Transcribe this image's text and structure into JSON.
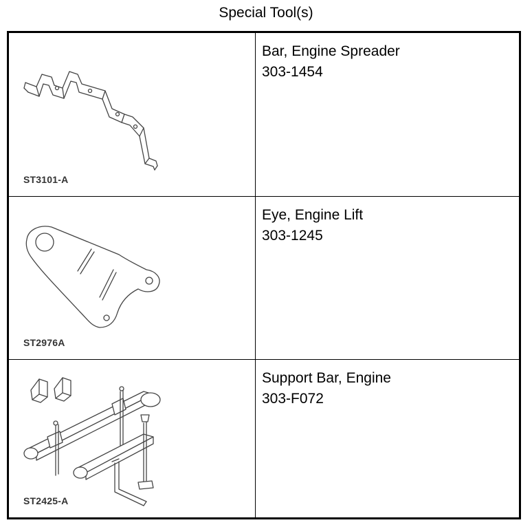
{
  "title": "Special Tool(s)",
  "tools": [
    {
      "code": "ST3101-A",
      "name": "Bar, Engine Spreader",
      "number": "303-1454",
      "icon": "engine-spreader-bar-icon"
    },
    {
      "code": "ST2976A",
      "name": "Eye, Engine Lift",
      "number": "303-1245",
      "icon": "engine-lift-eye-icon"
    },
    {
      "code": "ST2425-A",
      "name": "Support Bar, Engine",
      "number": "303-F072",
      "icon": "engine-support-bar-icon"
    }
  ]
}
